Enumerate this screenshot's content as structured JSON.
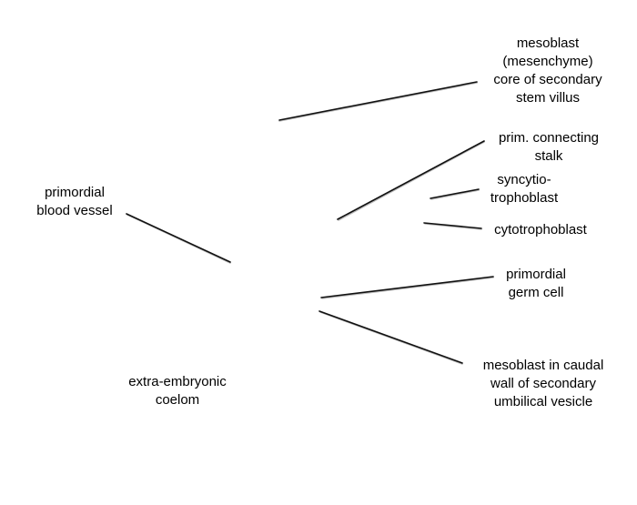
{
  "labels": {
    "mesoblast_core": [
      "mesoblast",
      "(mesenchyme)",
      "core of secondary",
      "stem villus"
    ],
    "connecting_stalk": [
      "prim. connecting",
      "stalk"
    ],
    "syncytiotrophoblast": [
      "syncytio-",
      "trophoblast"
    ],
    "cytotrophoblast": [
      "cytotrophoblast"
    ],
    "primordial_germ_cell": [
      "primordial",
      "germ cell"
    ],
    "mesoblast_caudal": [
      "mesoblast in caudal",
      "wall of secondary",
      "umbilical vesicle"
    ],
    "blood_vessel": [
      "primordial",
      "blood vessel"
    ],
    "coelom": [
      "extra-embryonic",
      "coelom"
    ]
  },
  "colors": {
    "line": "#111111",
    "background": "#ffffff"
  }
}
